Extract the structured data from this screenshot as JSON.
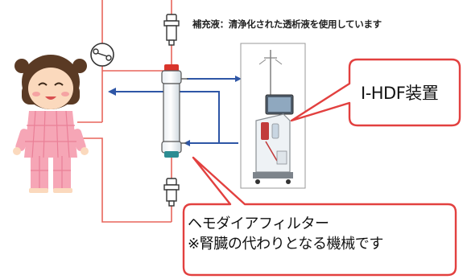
{
  "supply_caption": "補充液：清浄化された透析液を使用しています",
  "device_callout": {
    "label": "I-HDF装置"
  },
  "filter_callout": {
    "line1": "ヘモダイアフィルター",
    "line2": "※腎臓の代わりとなる機械です"
  },
  "colors": {
    "blood_line": "#e8655c",
    "dialysate_line": "#2e56a6",
    "callout_border": "#e2403f",
    "connector_red": "#d9342b",
    "connector_teal": "#2c8c92",
    "skin": "#fbd9bd",
    "hair": "#5a3a24",
    "pajama": "#f6a6b6",
    "pajama_check": "#ea7f97"
  }
}
